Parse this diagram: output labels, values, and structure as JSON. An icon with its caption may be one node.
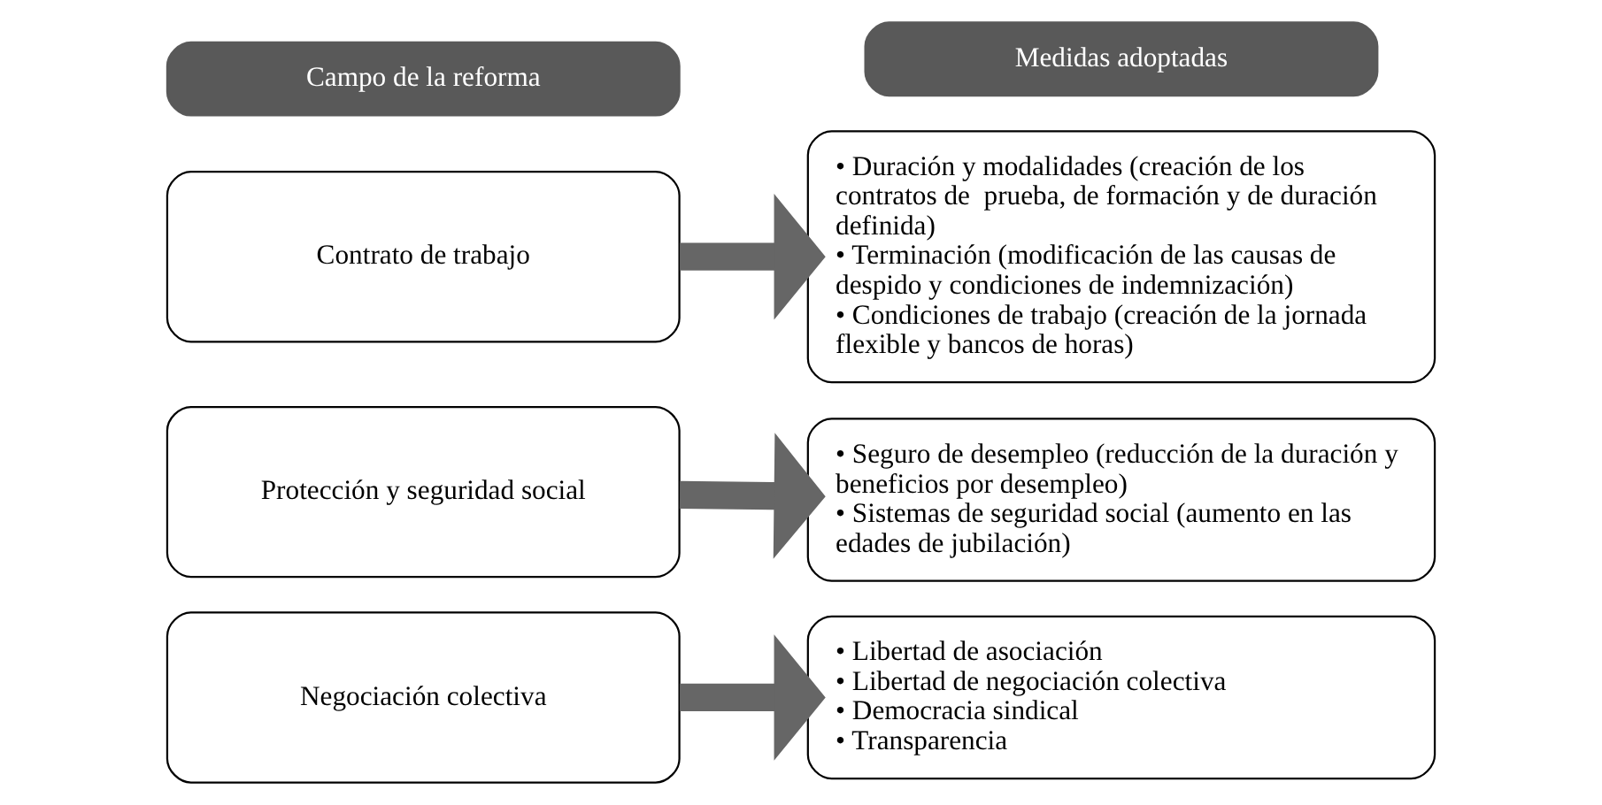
{
  "diagram": {
    "nodes": [
      {
        "text": [
          "Campo de la reforma"
        ]
      },
      {
        "text": [
          "Medidas adoptadas"
        ]
      },
      {
        "text": [
          "Contrato de trabajo"
        ]
      },
      {
        "text": [
          "• Duración y modalidades (creación de los contratos de  prueba, de formación y de duración definida)",
          "• Terminación (modificación de las causas de despido y condiciones de indemnización)",
          "• Condiciones de trabajo (creación de la jornada flexible y bancos de horas)"
        ]
      },
      {
        "text": [
          "Protección y seguridad social"
        ]
      },
      {
        "text": [
          "• Seguro de desempleo (reducción de la duración y beneficios por desempleo)",
          "• Sistemas de seguridad social (aumento en las edades de jubilación)"
        ]
      },
      {
        "text": [
          "Negociación colectiva"
        ]
      },
      {
        "text": [
          "• Libertad de asociación",
          "• Libertad de negociación colectiva",
          "• Democracia sindical",
          "• Transparencia"
        ]
      }
    ],
    "edges": [
      {
        "from": 2,
        "to": 3,
        "arrow": "to"
      },
      {
        "from": 4,
        "to": 5,
        "arrow": "to"
      },
      {
        "from": 6,
        "to": 7,
        "arrow": "to"
      }
    ]
  }
}
